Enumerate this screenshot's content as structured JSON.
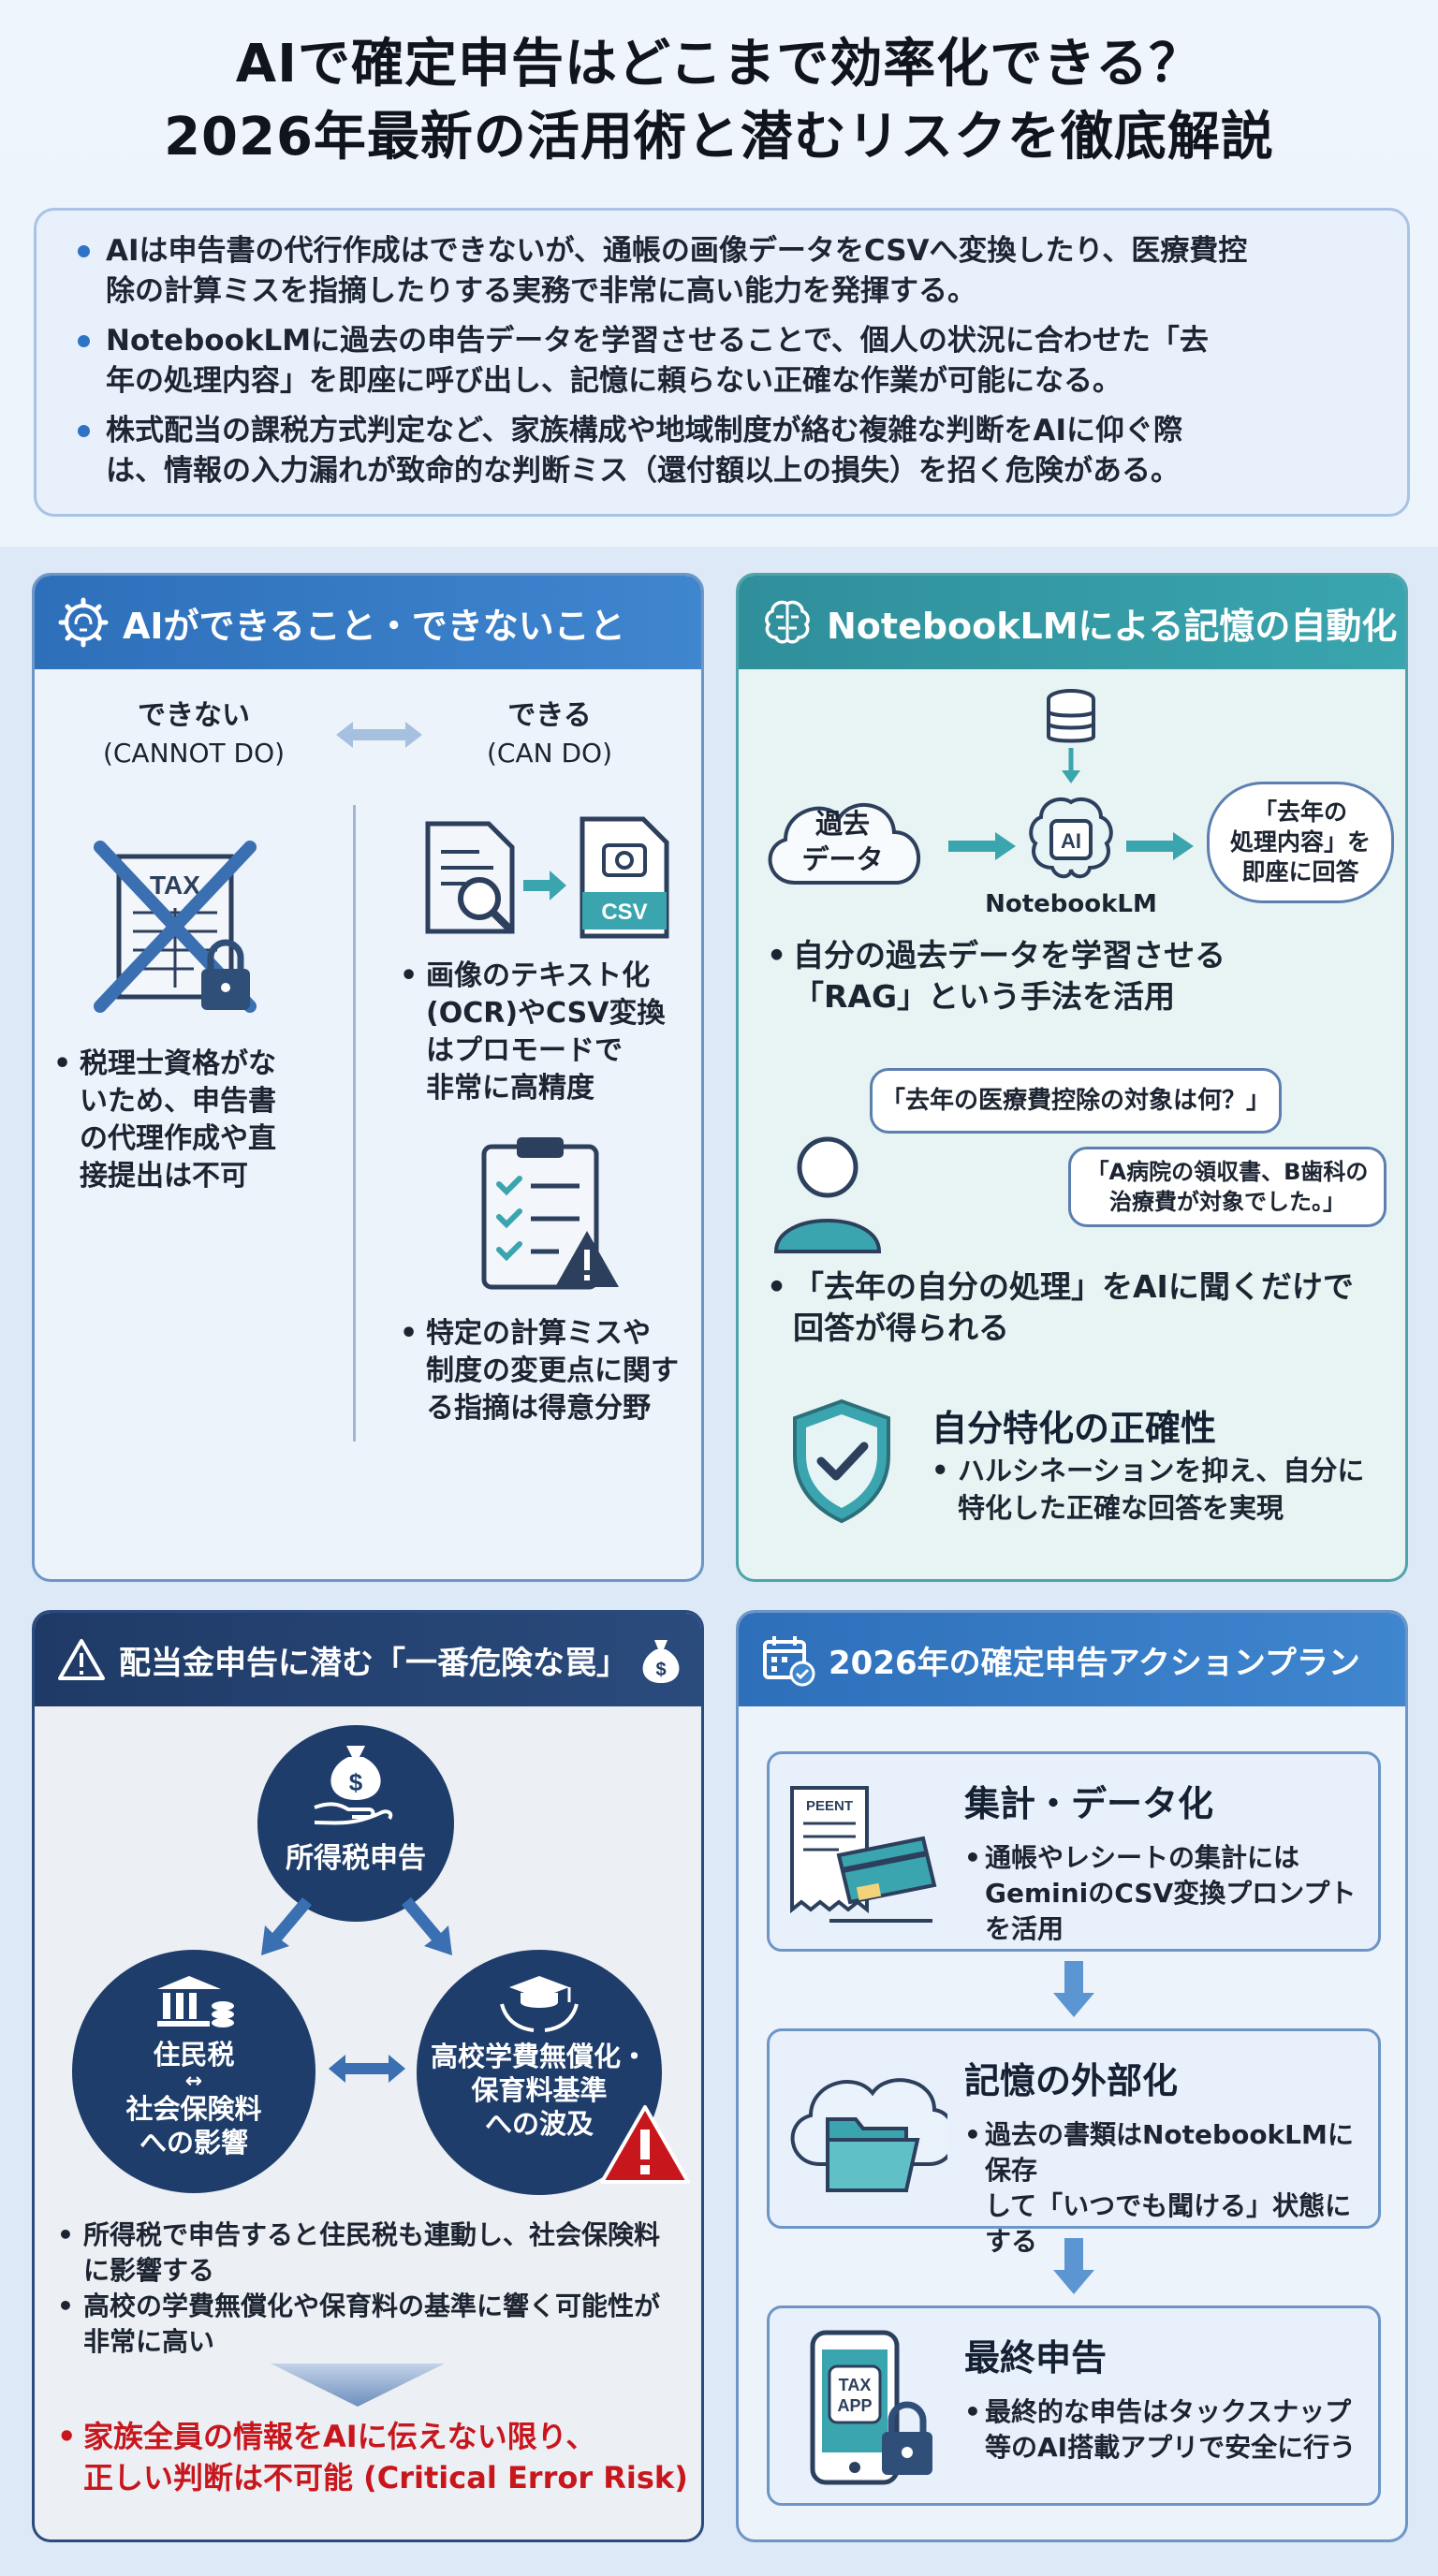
{
  "header": {
    "title_line1": "AIで確定申告はどこまで効率化できる？",
    "title_line2": "2026年最新の活用術と潜むリスクを徹底解説"
  },
  "summary": {
    "items": [
      "AIは申告書の代行作成はできないが、通帳の画像データをCSVへ変換したり、医療費控",
      "除の計算ミスを指摘したりする実務で非常に高い能力を発揮する。",
      "NotebookLMに過去の申告データを学習させることで、個人の状況に合わせた「去",
      "年の処理内容」を即座に呼び出し、記憶に頼らない正確な作業が可能になる。",
      "株式配当の課税方式判定など、家族構成や地域制度が絡む複雑な判断をAIに仰ぐ際",
      "は、情報の入力漏れが致命的な判断ミス（還付額以上の損失）を招く危険がある。"
    ]
  },
  "panel_can": {
    "title": "AIができること・できないこと",
    "cannot_label": "できない",
    "cannot_sub": "(CANNOT DO)",
    "can_label": "できる",
    "can_sub": "(CAN DO)",
    "tax_icon_text": "TAX",
    "csv_icon_text": "CSV",
    "cannot_text": [
      "税理士資格がな",
      "いため、申告書",
      "の代理作成や直",
      "接提出は不可"
    ],
    "can_text1": [
      "画像のテキスト化",
      "(OCR)やCSV変換",
      "はプロモードで",
      "非常に高精度"
    ],
    "can_text2": [
      "特定の計算ミスや",
      "制度の変更点に関す",
      "る指摘は得意分野"
    ]
  },
  "panel_nlm": {
    "title": "NotebookLMによる記憶の自動化",
    "cloud_text": [
      "過去",
      "データ"
    ],
    "ai_text": "AI",
    "ai_label": "NotebookLM",
    "answer_bubble": [
      "「去年の",
      "処理内容」を",
      "即座に回答"
    ],
    "bullet1": [
      "自分の過去データを学習させる",
      "「RAG」という手法を活用"
    ],
    "question": "「去年の医療費控除の対象は何？」",
    "reply": [
      "「A病院の領収書、B歯科の",
      "治療費が対象でした。」"
    ],
    "bullet2": [
      "「去年の自分の処理」をAIに聞くだけで",
      "回答が得られる"
    ],
    "accuracy_title": "自分特化の正確性",
    "accuracy_text": [
      "ハルシネーションを抑え、自分に",
      "特化した正確な回答を実現"
    ]
  },
  "panel_risk": {
    "title": "配当金申告に潜む「一番危険な罠」",
    "top_circle": "所得税申告",
    "left_circle": [
      "住民税",
      "↔",
      "社会保険料",
      "への影響"
    ],
    "right_circle": [
      "高校学費無償化・",
      "保育料基準",
      "への波及"
    ],
    "bullet1": [
      "所得税で申告すると住民税も連動し、社会保険料",
      "に影響する"
    ],
    "bullet2": [
      "高校の学費無償化や保育料の基準に響く可能性が",
      "非常に高い"
    ],
    "warning": [
      "家族全員の情報をAIに伝えない限り、",
      "正しい判断は不可能 (Critical Error Risk)"
    ]
  },
  "panel_plan": {
    "title": "2026年の確定申告アクションプラン",
    "steps": [
      {
        "title": "集計・データ化",
        "desc": [
          "通帳やレシートの集計には",
          "GeminiのCSV変換プロンプトを活用"
        ]
      },
      {
        "title": "記憶の外部化",
        "desc": [
          "過去の書類はNotebookLMに保存",
          "して「いつでも聞ける」状態にする"
        ]
      },
      {
        "title": "最終申告",
        "desc": [
          "最終的な申告はタックスナップ",
          "等のAI搭載アプリで安全に行う"
        ]
      }
    ],
    "receipt_text": "PEENT",
    "app_text": [
      "TAX",
      "APP"
    ]
  },
  "colors": {
    "blue": "#2e6fba",
    "teal": "#2f8f9b",
    "navy": "#1f3a66",
    "danger": "#c8161d"
  }
}
